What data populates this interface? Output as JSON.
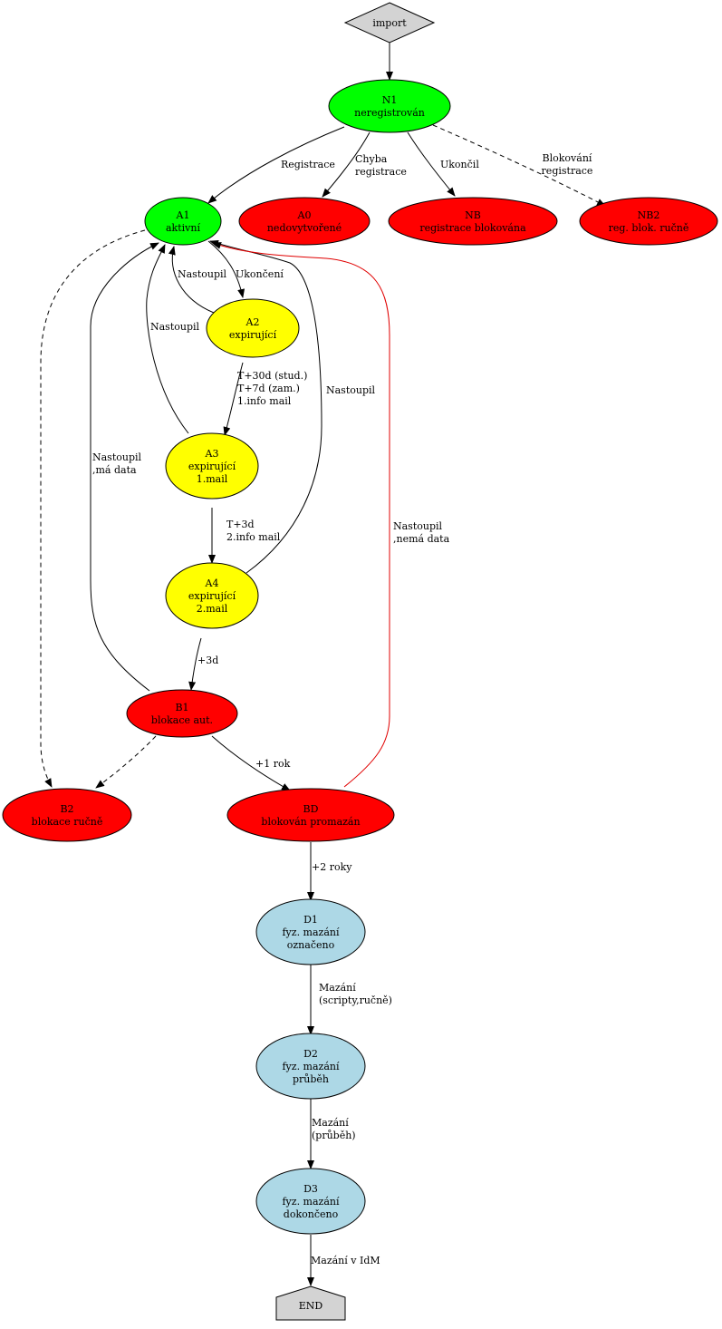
{
  "colors": {
    "green": "#00ff00",
    "red": "#ff0000",
    "yellow": "#ffff00",
    "lightblue": "#add8e6",
    "gray": "#d3d3d3",
    "red_edge": "#e00000"
  },
  "nodes": {
    "import": {
      "lines": [
        "import"
      ]
    },
    "n1": {
      "lines": [
        "N1",
        "neregistrován"
      ]
    },
    "a1": {
      "lines": [
        "A1",
        "aktivní"
      ]
    },
    "a0": {
      "lines": [
        "A0",
        "nedovytvořené"
      ]
    },
    "nb": {
      "lines": [
        "NB",
        "registrace blokována"
      ]
    },
    "nb2": {
      "lines": [
        "NB2",
        "reg. blok. ručně"
      ]
    },
    "a2": {
      "lines": [
        "A2",
        "expirující"
      ]
    },
    "a3": {
      "lines": [
        "A3",
        "expirující",
        "1.mail"
      ]
    },
    "a4": {
      "lines": [
        "A4",
        "expirující",
        "2.mail"
      ]
    },
    "b1": {
      "lines": [
        "B1",
        "blokace aut."
      ]
    },
    "b2": {
      "lines": [
        "B2",
        "blokace ručně"
      ]
    },
    "bd": {
      "lines": [
        "BD",
        "blokován promazán"
      ]
    },
    "d1": {
      "lines": [
        "D1",
        "fyz. mazání",
        "označeno"
      ]
    },
    "d2": {
      "lines": [
        "D2",
        "fyz. mazání",
        "průběh"
      ]
    },
    "d3": {
      "lines": [
        "D3",
        "fyz. mazání",
        "dokončeno"
      ]
    },
    "end": {
      "lines": [
        "END"
      ]
    }
  },
  "edge_labels": {
    "n1_a1": [
      "Registrace"
    ],
    "n1_a0": [
      "Chyba",
      "registrace"
    ],
    "n1_nb": [
      "Ukončil"
    ],
    "n1_nb2": [
      "Blokování",
      "registrace"
    ],
    "a2_a1": [
      "Nastoupil"
    ],
    "a1_a2": [
      "Ukončení"
    ],
    "a3_a1": [
      "Nastoupil"
    ],
    "a2_a3": [
      "T+30d (stud.)",
      "T+7d (zam.)",
      "1.info mail"
    ],
    "a4_a1": [
      "Nastoupil"
    ],
    "b1_a1": [
      "Nastoupil",
      ",má data"
    ],
    "bd_a1": [
      "Nastoupil",
      ",nemá data"
    ],
    "a3_a4": [
      "T+3d",
      "2.info mail"
    ],
    "a4_b1": [
      "+3d"
    ],
    "b1_bd": [
      "+1 rok"
    ],
    "bd_d1": [
      "+2 roky"
    ],
    "d1_d2": [
      "Mazání",
      "(scripty,ručně)"
    ],
    "d2_d3": [
      "Mazání",
      "(průběh)"
    ],
    "d3_end": [
      "Mazání v IdM"
    ]
  }
}
